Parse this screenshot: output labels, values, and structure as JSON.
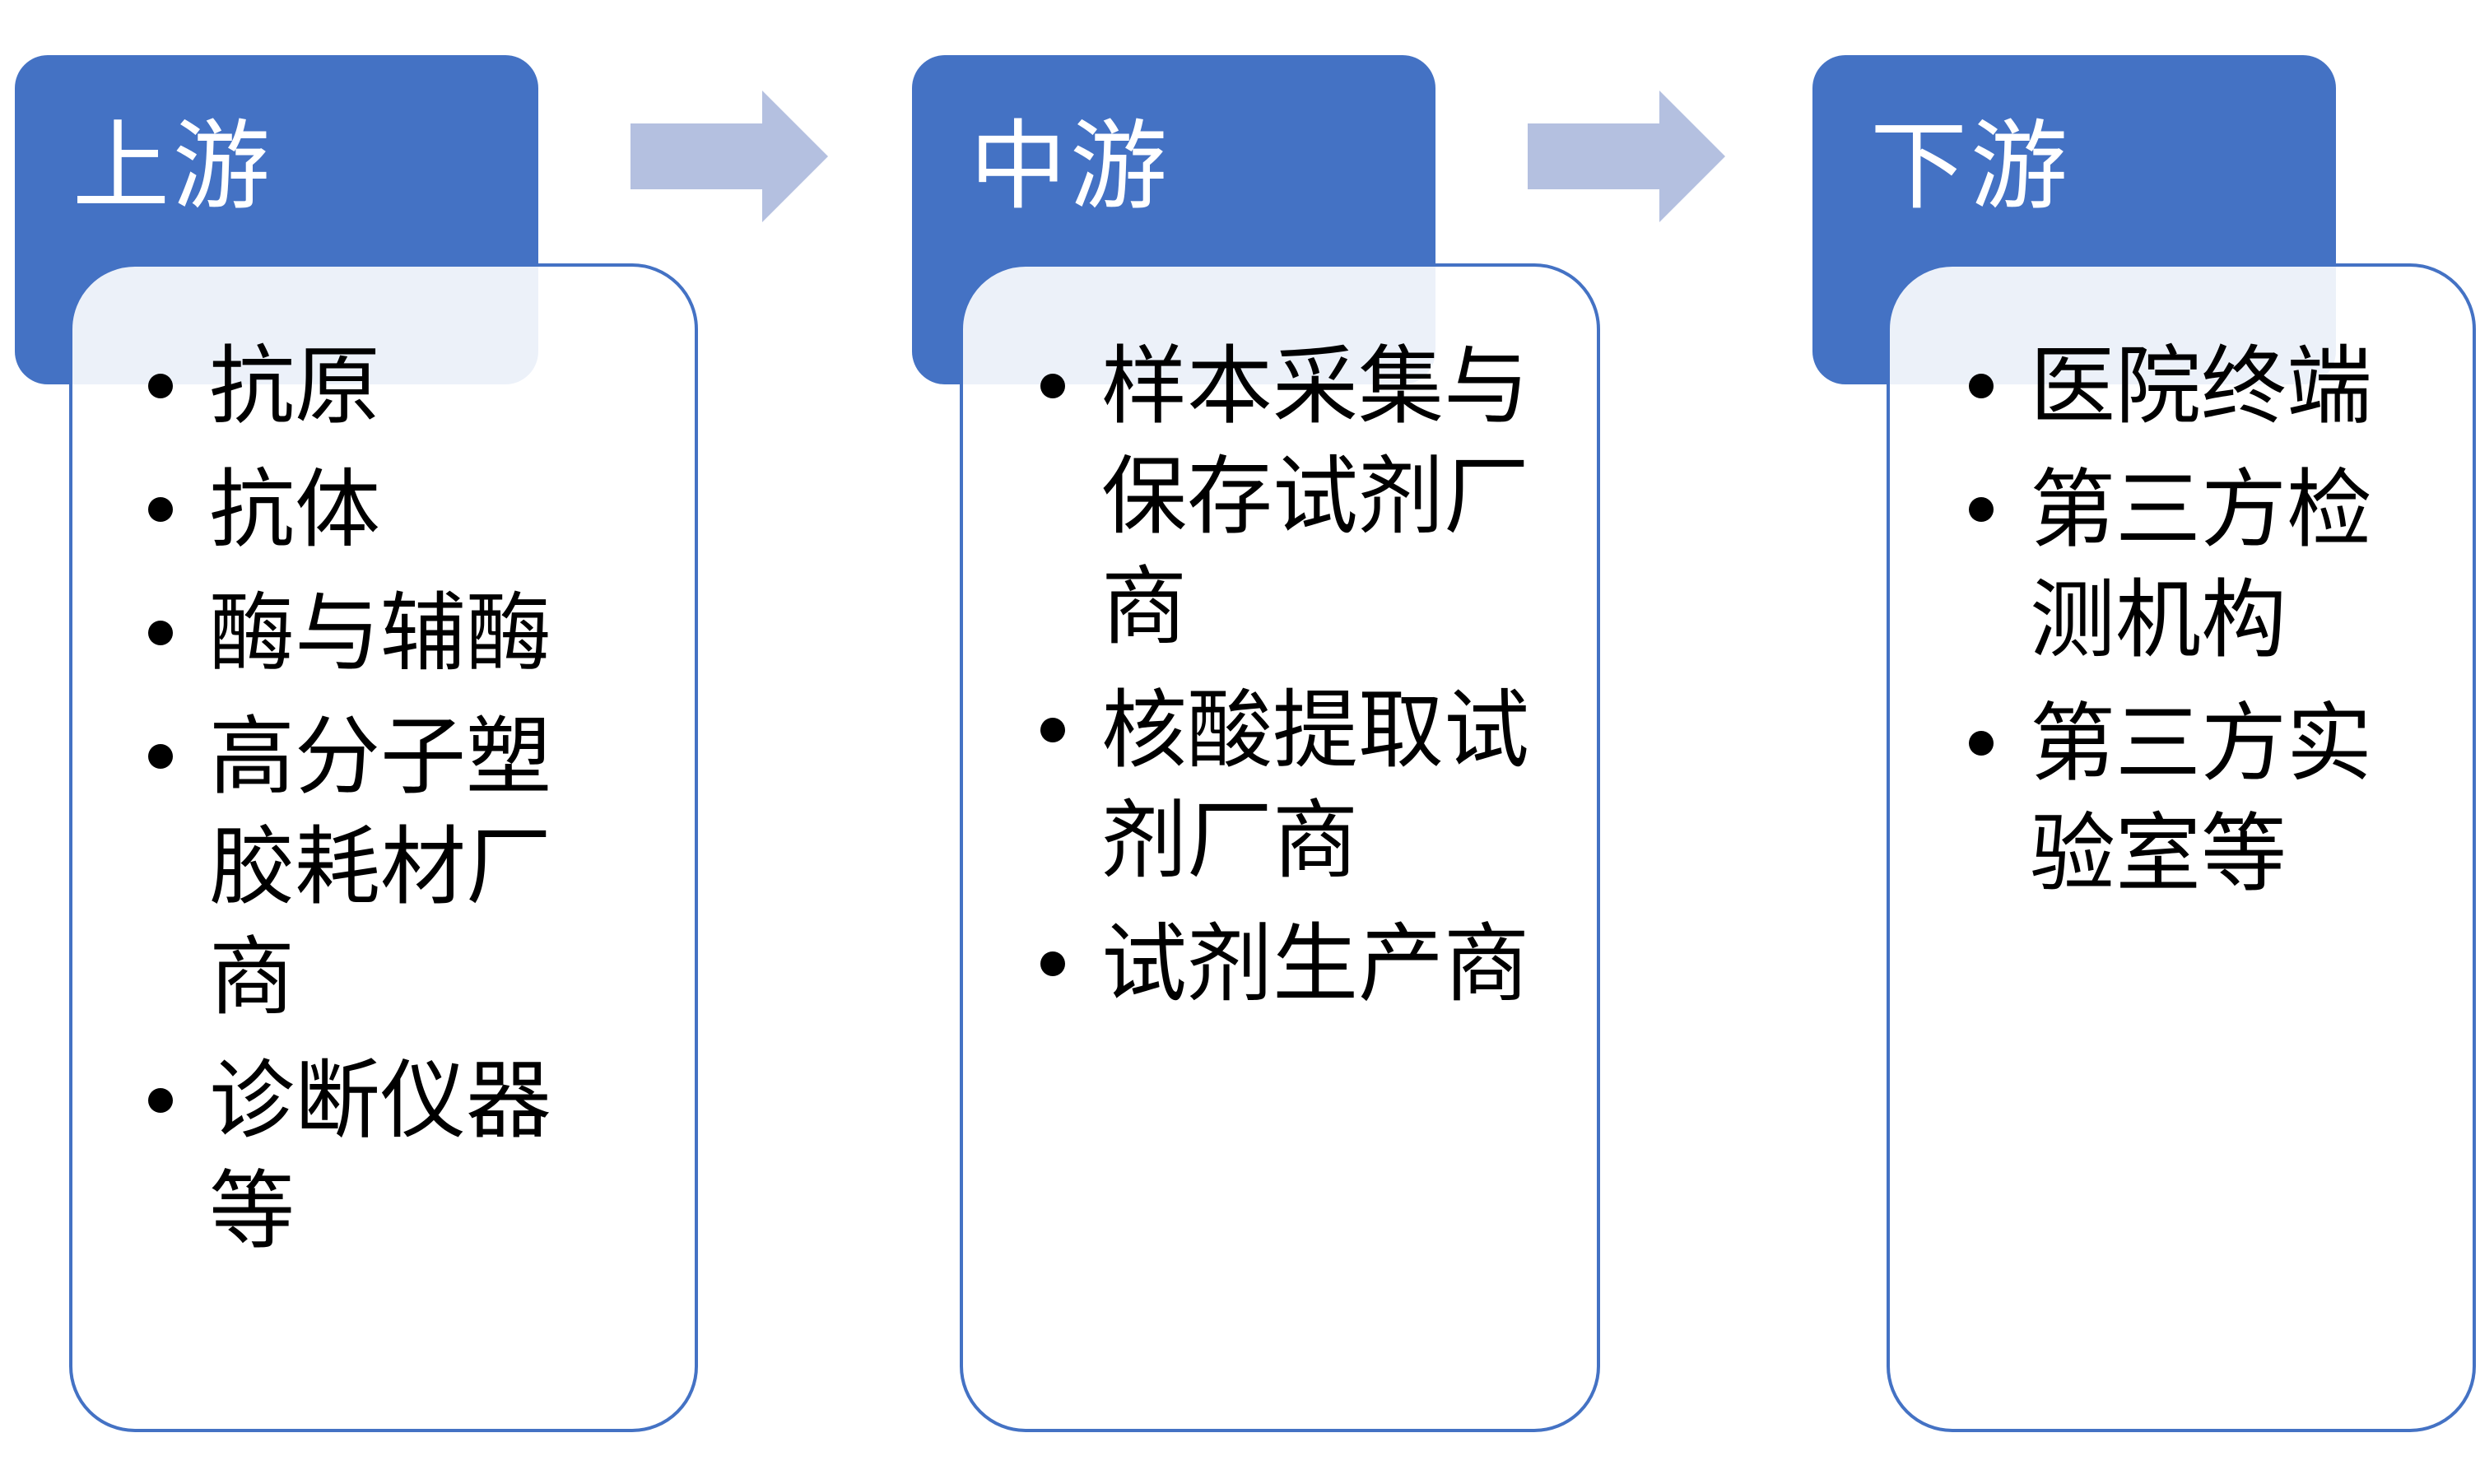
{
  "stages": [
    {
      "title": "上游",
      "items": [
        "抗原",
        "抗体",
        "酶与辅酶",
        "高分子塑胶耗材厂商",
        "诊断仪器等"
      ]
    },
    {
      "title": "中游",
      "items": [
        "样本采集与保存试剂厂商",
        "核酸提取试剂厂商",
        "试剂生产商"
      ]
    },
    {
      "title": "下游",
      "items": [
        "医院终端",
        "第三方检测机构",
        "第三方实验室等"
      ]
    }
  ],
  "colors": {
    "header": "#4472c4",
    "arrow": "#b4c0e0",
    "box_border": "#4472c4",
    "text": "#000000"
  }
}
